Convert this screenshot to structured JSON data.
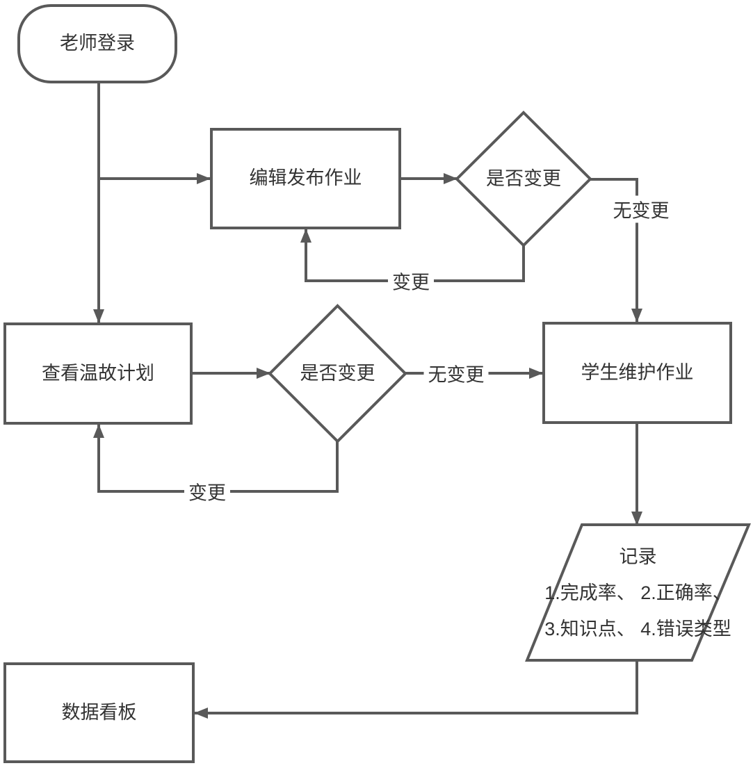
{
  "diagram": {
    "background_color": "#ffffff",
    "line_color": "#595959",
    "text_color": "#333333"
  },
  "nodes": {
    "teacher_login": {
      "label": "老师登录"
    },
    "edit_publish": {
      "label": "编辑发布作业"
    },
    "decision_publish": {
      "label": "是否变更"
    },
    "review_plan": {
      "label": "查看温故计划"
    },
    "decision_review": {
      "label": "是否变更"
    },
    "student_maintain": {
      "label": "学生维护作业"
    },
    "record": {
      "title": "记录",
      "line1": "1.完成率、 2.正确率、",
      "line2": "3.知识点、 4.错误类型"
    },
    "dashboard": {
      "label": "数据看板"
    }
  },
  "edge_labels": {
    "no_change_top": "无变更",
    "change_top": "变更",
    "no_change_mid": "无变更",
    "change_mid": "变更"
  }
}
